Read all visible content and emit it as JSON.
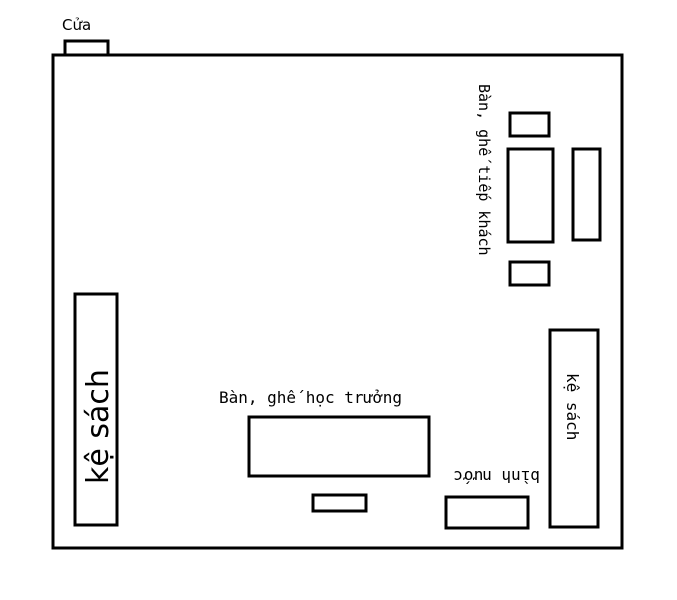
{
  "door_label": "Cửa",
  "meeting_furniture_label": "Bàn, ghế tiếp khách",
  "student_desk_label": "Bàn, ghế học trưởng",
  "water_jug_label": "bình nước",
  "bookshelf_left_label": "kệ sách",
  "bookshelf_right_label": "kệ sách",
  "colors": {
    "stroke": "#000000",
    "background": "#ffffff"
  }
}
